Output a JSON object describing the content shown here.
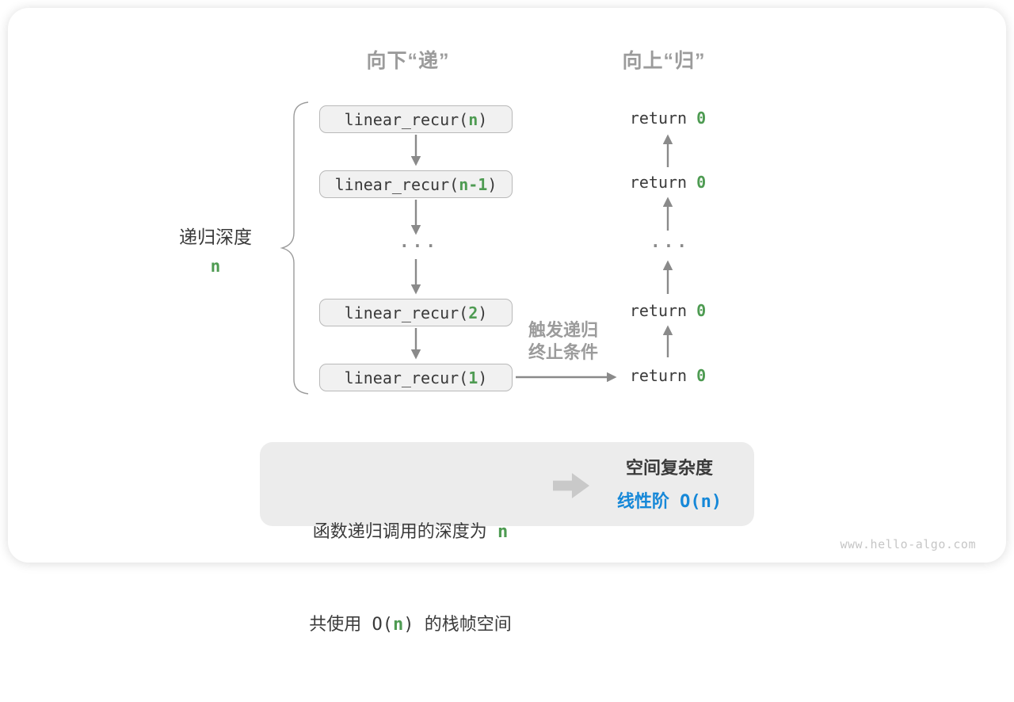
{
  "colors": {
    "green": "#4e9b52",
    "blue": "#1688d8",
    "arrow": "#8a8a8a",
    "gray-label": "#9b9b9b",
    "dark": "#3a3a3a",
    "box-bg": "#f1f1f1",
    "box-border": "#b9b9b9",
    "summary-bg": "#ececec",
    "block-arrow": "#c9c9c9",
    "watermark": "#c6c6c6"
  },
  "headers": {
    "descend": "向下“递”",
    "ascend": "向上“归”"
  },
  "depth_label": {
    "text": "递归深度",
    "value": "n"
  },
  "calls": [
    {
      "prefix": "linear_recur(",
      "arg": "n",
      "suffix": ")"
    },
    {
      "prefix": "linear_recur(",
      "arg": "n-1",
      "suffix": ")"
    },
    {
      "prefix": "linear_recur(",
      "arg": "2",
      "suffix": ")"
    },
    {
      "prefix": "linear_recur(",
      "arg": "1",
      "suffix": ")"
    }
  ],
  "ellipsis": "...",
  "returns": [
    {
      "keyword": "return ",
      "value": "0"
    },
    {
      "keyword": "return ",
      "value": "0"
    },
    {
      "keyword": "return ",
      "value": "0"
    },
    {
      "keyword": "return ",
      "value": "0"
    }
  ],
  "terminate_label": {
    "line1": "触发递归",
    "line2": "终止条件"
  },
  "summary": {
    "depth_prefix": "函数递归调用的深度为 ",
    "depth_value": "n",
    "space_prefix": "共使用 O(",
    "space_value": "n",
    "space_suffix": ") 的栈帧空间",
    "result_title": "空间复杂度",
    "result_prefix": "线性阶 O(",
    "result_value": "n",
    "result_suffix": ")"
  },
  "watermark": "www.hello-algo.com"
}
